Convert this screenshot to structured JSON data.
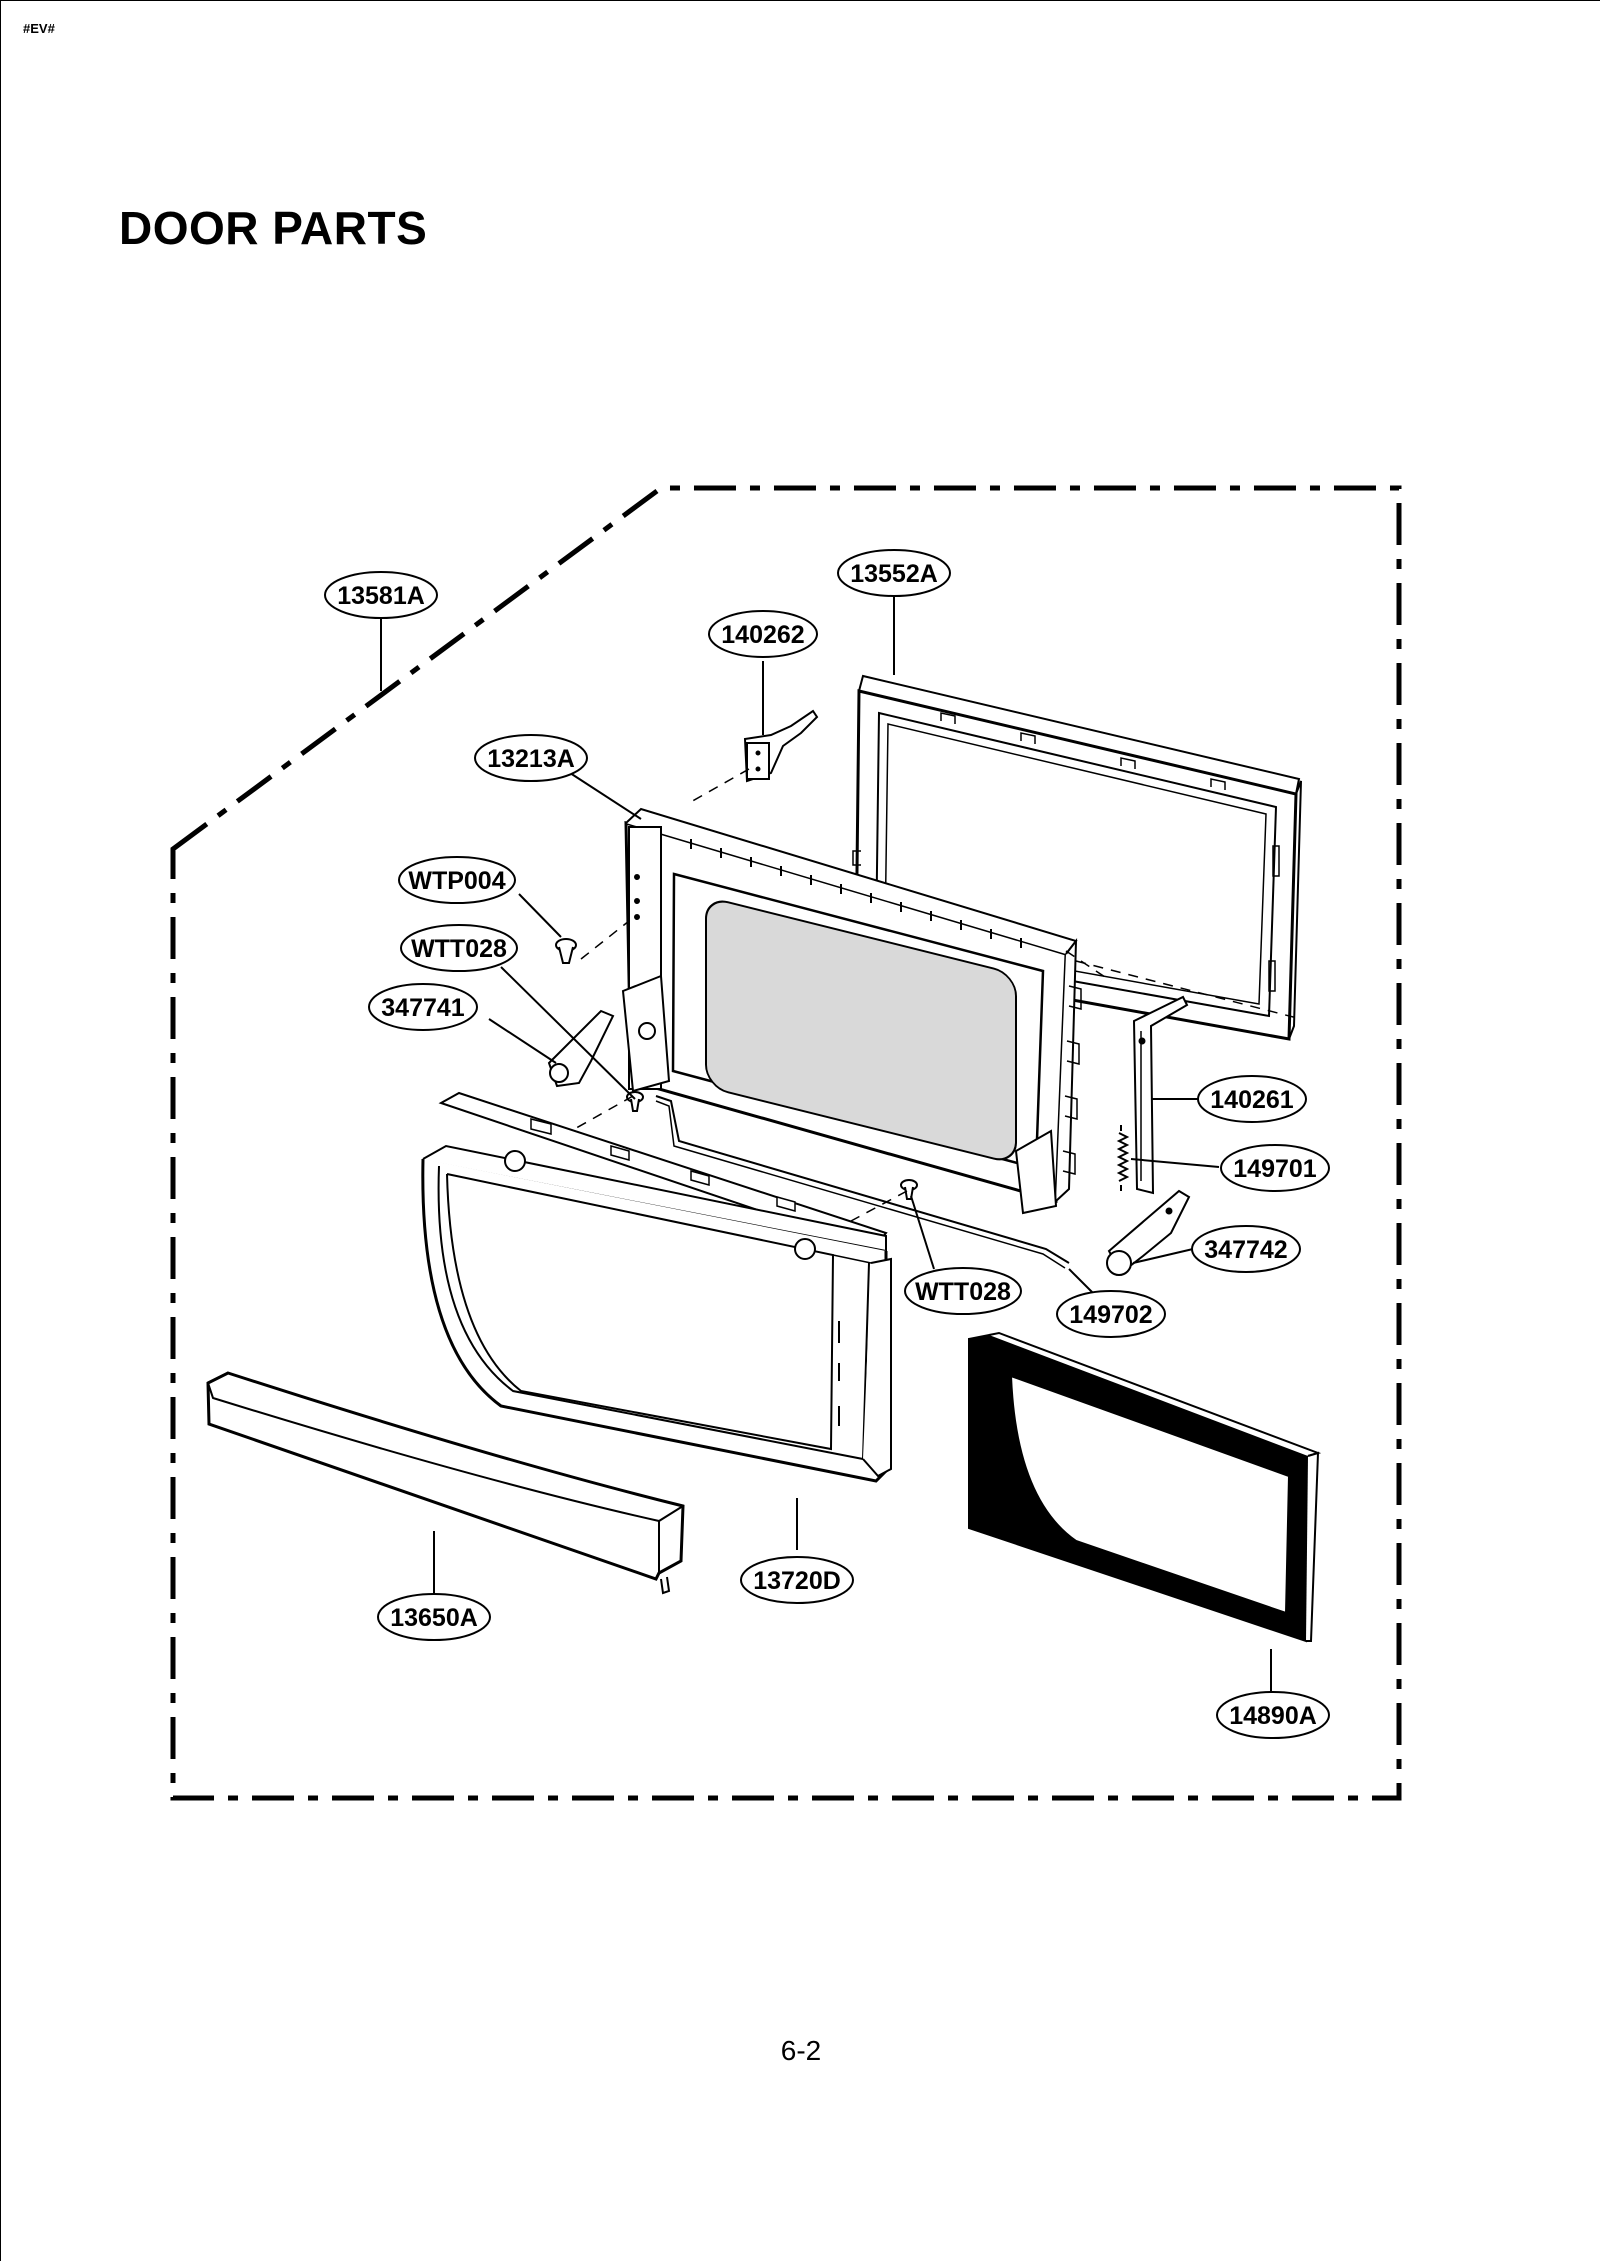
{
  "header": {
    "code": "#EV#"
  },
  "title": "DOOR PARTS",
  "footer": {
    "page_number": "6-2"
  },
  "diagram": {
    "callouts": {
      "c13581A": "13581A",
      "c13552A": "13552A",
      "c140262": "140262",
      "c13213A": "13213A",
      "cWTP004": "WTP004",
      "cWTT028a": "WTT028",
      "c347741": "347741",
      "c140261": "140261",
      "c149701": "149701",
      "c347742": "347742",
      "cWTT028b": "WTT028",
      "c149702": "149702",
      "c13720D": "13720D",
      "c13650A": "13650A",
      "c14890A": "14890A"
    }
  }
}
